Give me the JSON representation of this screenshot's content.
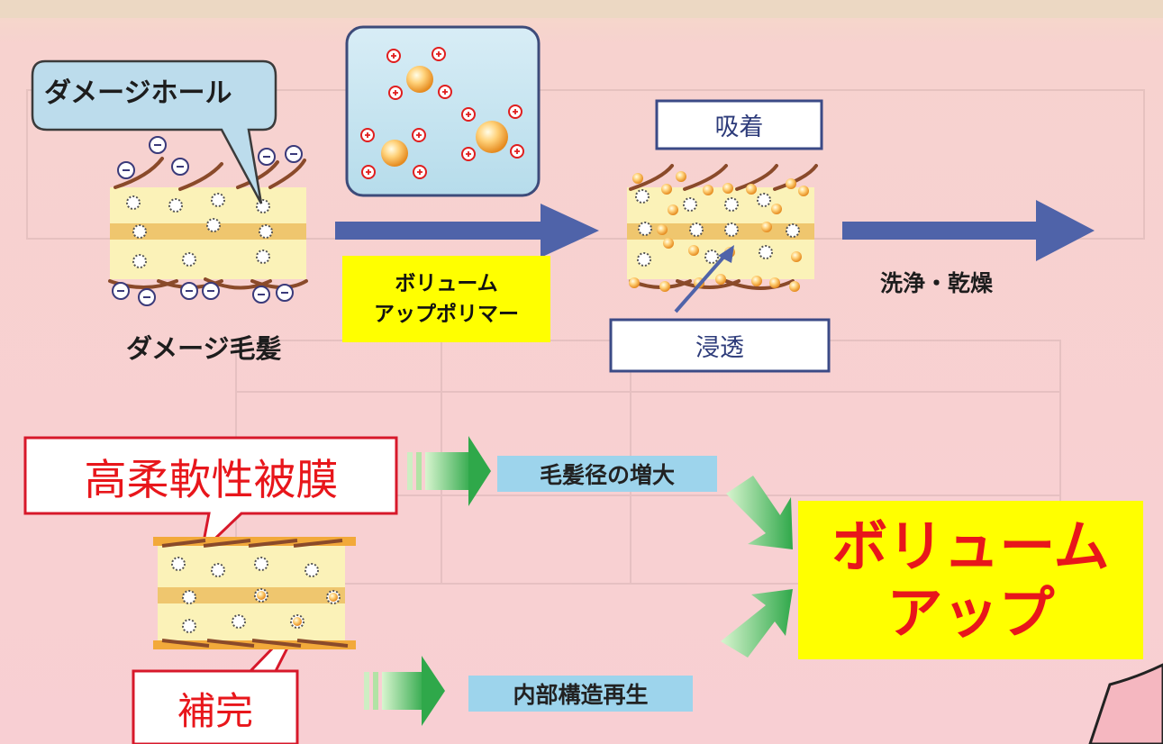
{
  "labels": {
    "damage_hole": "ダメージホール",
    "damaged_hair": "ダメージ毛髪",
    "polymer_line1": "ボリューム",
    "polymer_line2": "アップポリマー",
    "adsorption": "吸着",
    "penetration": "浸透",
    "wash_dry": "洗浄・乾燥",
    "flexible_film": "高柔軟性被膜",
    "supplement": "補完",
    "diameter_increase": "毛髪径の増大",
    "internal_regen": "内部構造再生",
    "result_line1": "ボリューム",
    "result_line2": "アップ"
  },
  "colors": {
    "arrow_blue": "#4f63a9",
    "green_arrow": "#4fbf63",
    "highlight_yellow": "#ffff00",
    "red_text": "#e8161b",
    "light_blue_tag": "#9dd4ec",
    "cuticle_brown": "#8a4a2a",
    "cortex_yellow": "#fbf2b8"
  },
  "icons": {
    "negative_charge": "minus-circle-icon",
    "positive_charge": "plus-circle-icon",
    "polymer_particle": "orange-sphere-icon"
  }
}
